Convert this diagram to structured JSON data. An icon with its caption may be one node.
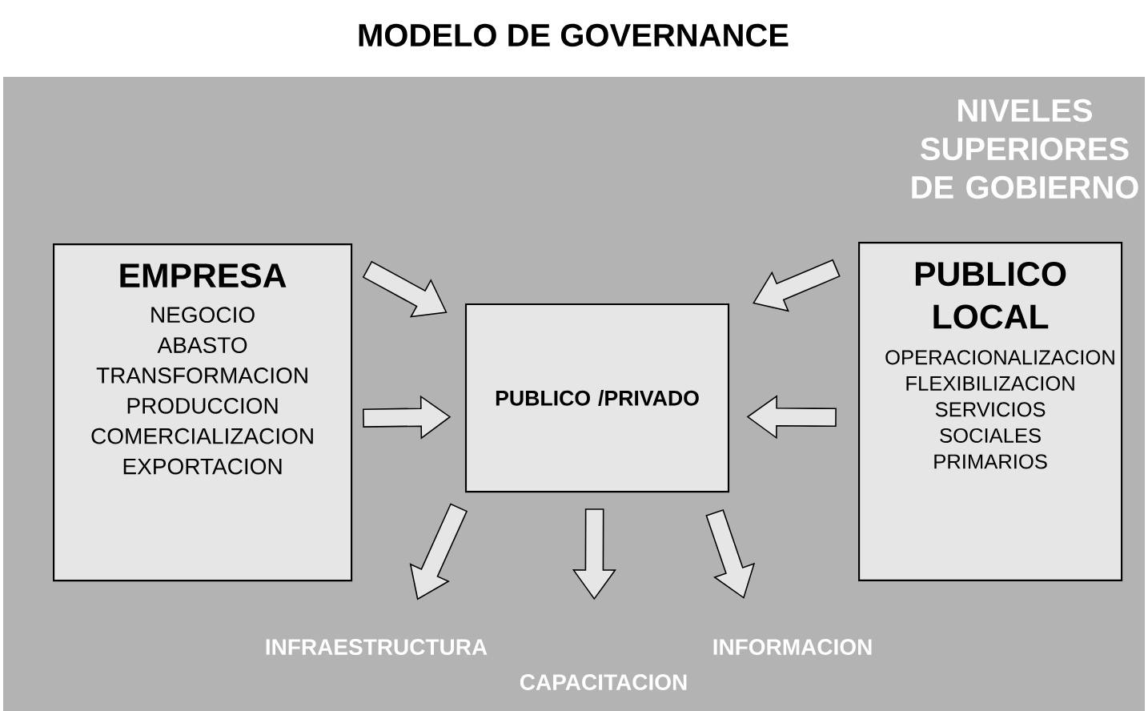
{
  "diagram": {
    "title": "MODELO DE GOVERNANCE",
    "nodes": [
      {
        "text": [
          "EMPRESA",
          "NEGOCIO",
          "ABASTO",
          "TRANSFORMACION",
          "PRODUCCION",
          "COMERCIALIZACION",
          "EXPORTACION"
        ]
      },
      {
        "text": [
          "PUBLICO /PRIVADO"
        ]
      },
      {
        "text": [
          "PUBLICO LOCAL",
          "OPERACIONALIZACION",
          "FLEXIBILIZACION",
          "SERVICIOS SOCIALES PRIMARIOS"
        ]
      },
      {
        "text": [
          "INFRAESTRUCTURA"
        ]
      },
      {
        "text": [
          "CAPACITACION"
        ]
      },
      {
        "text": [
          "INFORMACION"
        ]
      }
    ],
    "edges": [
      {
        "from": 0,
        "to": 1,
        "arrow": "to"
      },
      {
        "from": 0,
        "to": 1,
        "arrow": "to"
      },
      {
        "from": 2,
        "to": 1,
        "arrow": "to"
      },
      {
        "from": 2,
        "to": 1,
        "arrow": "to"
      },
      {
        "from": 1,
        "to": 3,
        "arrow": "to"
      },
      {
        "from": 1,
        "to": 4,
        "arrow": "to"
      },
      {
        "from": 1,
        "to": 5,
        "arrow": "to"
      }
    ],
    "labels": [
      "NIVELES SUPERIORES DE GOBIERNO"
    ]
  }
}
